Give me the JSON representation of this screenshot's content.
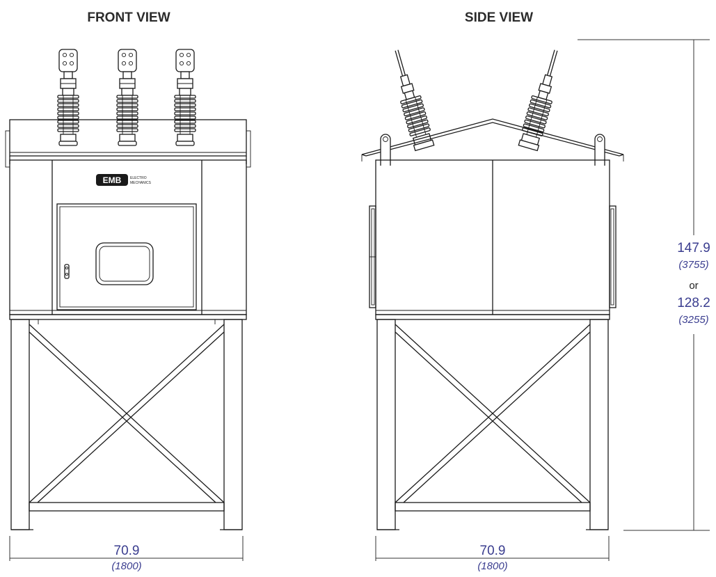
{
  "front": {
    "title": "FRONT VIEW",
    "width_value": "70.9",
    "width_metric": "(1800)"
  },
  "side": {
    "title": "SIDE VIEW",
    "width_value": "70.9",
    "width_metric": "(1800)",
    "height_value_1": "147.9",
    "height_metric_1": "(3755)",
    "height_or": "or",
    "height_value_2": "128.2",
    "height_metric_2": "(3255)"
  },
  "logo": {
    "mark": "EMB",
    "line1": "ELECTRO",
    "line2": "MECHANICS"
  },
  "colors": {
    "dimension_text": "#3a3d8f",
    "line": "#1a1a1a",
    "background": "#ffffff"
  }
}
